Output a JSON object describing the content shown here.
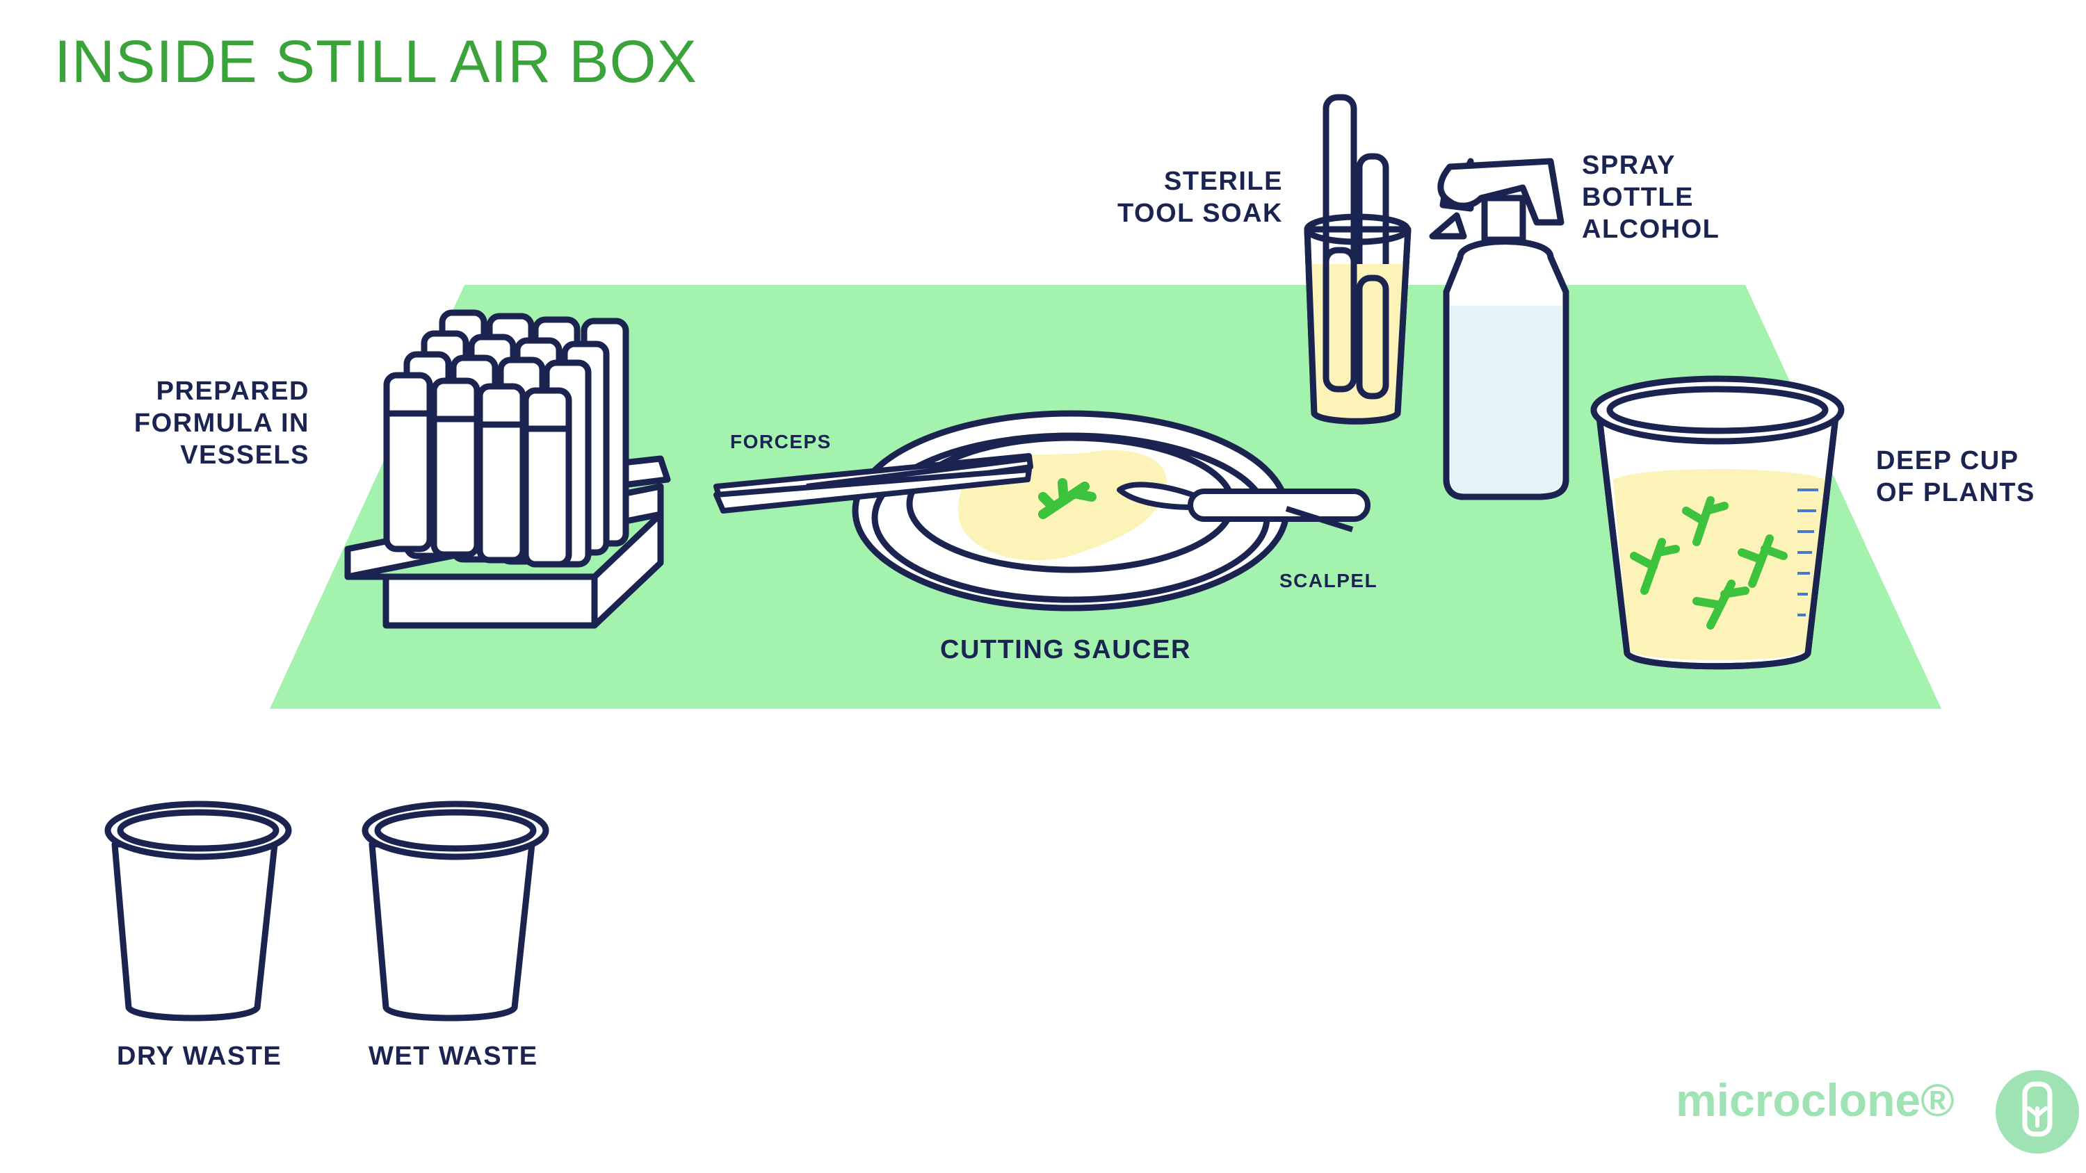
{
  "title": "INSIDE STILL AIR BOX",
  "labels": {
    "vessels": [
      "PREPARED",
      "FORMULA IN",
      "VESSELS"
    ],
    "forceps": "FORCEPS",
    "scalpel": "SCALPEL",
    "saucer": "CUTTING SAUCER",
    "tool_soak": [
      "STERILE",
      "TOOL SOAK"
    ],
    "spray": [
      "SPRAY",
      "BOTTLE",
      "ALCOHOL"
    ],
    "deep_cup": [
      "DEEP CUP",
      "OF PLANTS"
    ],
    "dry_waste": "DRY WASTE",
    "wet_waste": "WET WASTE"
  },
  "brand": {
    "name": "microclone®"
  },
  "colors": {
    "title": "#3aa33a",
    "mat": "#a3f2ad",
    "outline": "#1b2450",
    "liquid": "#fbf3b8",
    "alcohol": "#e3f3f8",
    "plant": "#3cc23c",
    "brand": "#9fe3b4"
  }
}
